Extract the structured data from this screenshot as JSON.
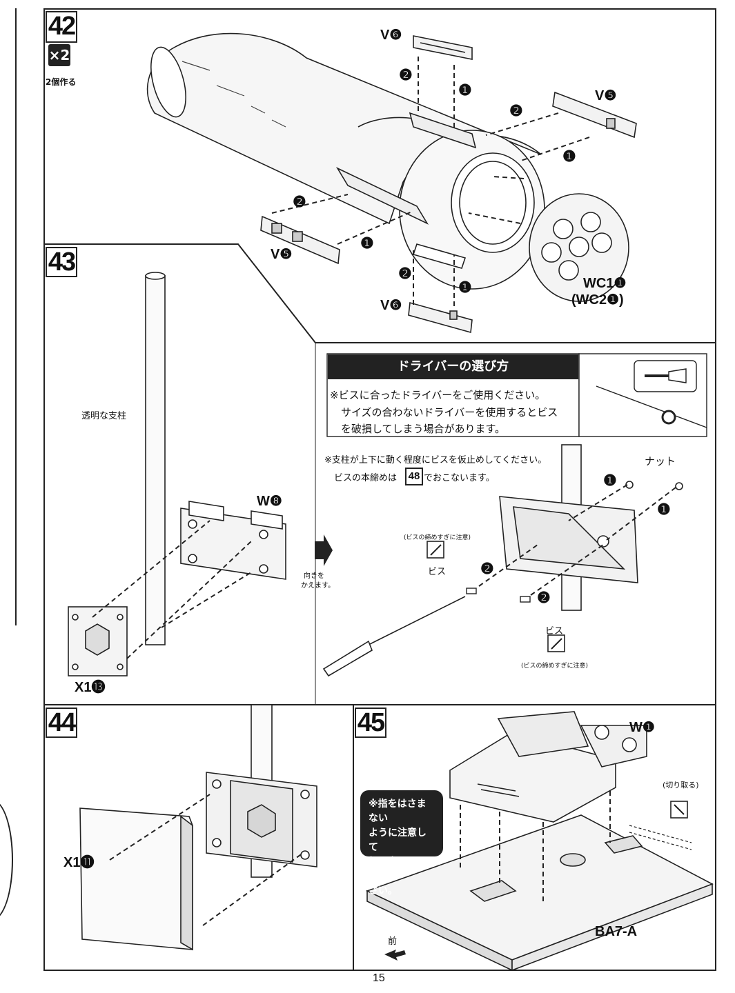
{
  "steps": {
    "s42": {
      "number": "42",
      "multiplier": "×2",
      "multiplier_note": "2個作る",
      "parts": [
        "V❻",
        "V❺",
        "V❺",
        "V❻",
        "WC1❶",
        "(WC2❶)"
      ],
      "order_marks": [
        "❶",
        "❷"
      ]
    },
    "s43": {
      "number": "43",
      "pillar_label": "透明な支柱",
      "part_w": "W❽",
      "part_x": "X1⓭",
      "turn_note_1": "向きを",
      "turn_note_2": "かえます。",
      "driver_header": "ドライバーの選び方",
      "driver_note_1": "※ビスに合ったドライバーをご使用ください。",
      "driver_note_2": "サイズの合わないドライバーを使用するとビス",
      "driver_note_3": "を破損してしまう場合があります。",
      "temp_note": "※支柱が上下に動く程度にビスを仮止めしてください。",
      "final_note_pre": "ビスの本締めは",
      "final_note_ref": "48",
      "final_note_post": "でおこないます。",
      "nut_label": "ナット",
      "screw_label": "ビス",
      "screw_caution": "(ビスの締めすぎに注意)"
    },
    "s44": {
      "number": "44",
      "part_x": "X1⓫"
    },
    "s45": {
      "number": "45",
      "part_w": "W❶",
      "cut_label": "(切り取る)",
      "finger_note": [
        "※指をはさまない",
        "ように注意して",
        "組み立ててくだ",
        "さい。"
      ],
      "base_label": "BA7-A",
      "front_label": "前"
    }
  },
  "page_number": "15"
}
